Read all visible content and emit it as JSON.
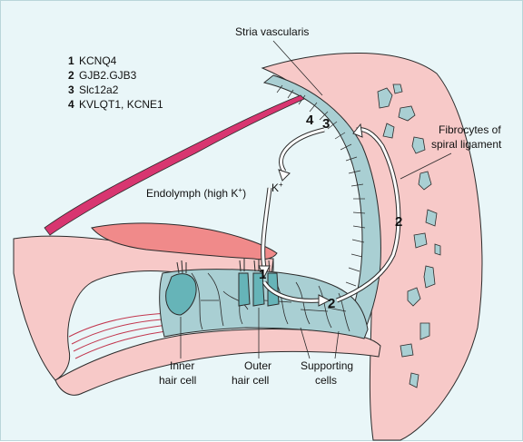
{
  "legend": [
    {
      "num": "1",
      "text": "KCNQ4"
    },
    {
      "num": "2",
      "text": "GJB2.GJB3"
    },
    {
      "num": "3",
      "text": "Slc12a2"
    },
    {
      "num": "4",
      "text": "KVLQT1, KCNE1"
    }
  ],
  "labels": {
    "stria": "Stria vascularis",
    "fibro1": "Fibrocytes of",
    "fibro2": "spiral ligament",
    "endo": "Endolymph (high K",
    "endo_sup": "+",
    "endo_close": ")",
    "kion": "K",
    "kion_sup": "+",
    "inner1": "Inner",
    "inner2": "hair cell",
    "outer1": "Outer",
    "outer2": "hair cell",
    "support1": "Supporting",
    "support2": "cells"
  },
  "markers": {
    "m1": "1",
    "m2a": "2",
    "m2b": "2",
    "m3": "3",
    "m4": "4"
  },
  "colors": {
    "background": "#e9f6f8",
    "ligament": "#f7c9c8",
    "membrane": "#f08a8a",
    "reissner": "#d83670",
    "epithelium": "#a9cfd3",
    "haircell": "#66b4b8",
    "outline": "#2b2b2b"
  }
}
